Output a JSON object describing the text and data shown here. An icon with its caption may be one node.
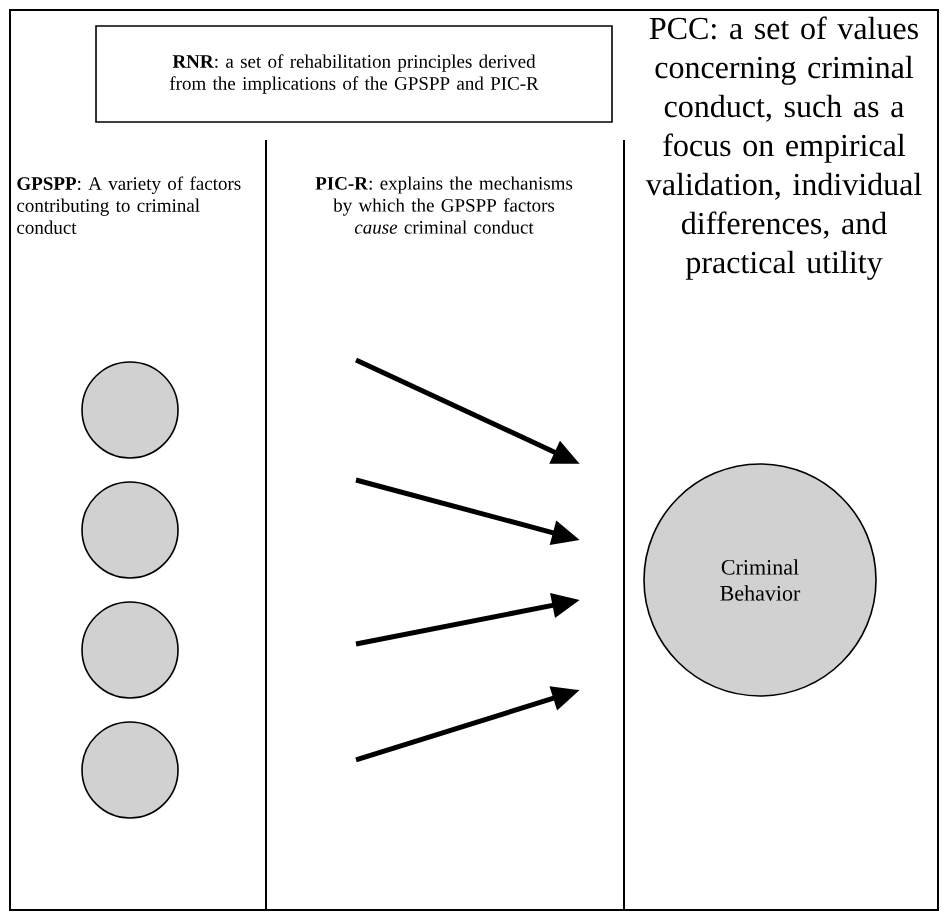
{
  "diagram": {
    "nodes": [
      {
        "text": [
          "**RNR**: a set of rehabilitation principles derived from the implications of the GPSPP and PIC-R"
        ]
      },
      {
        "text": [],
        "shape": "circle"
      },
      {
        "text": [],
        "shape": "circle"
      },
      {
        "text": [],
        "shape": "circle"
      },
      {
        "text": [],
        "shape": "circle"
      },
      {
        "text": [
          "Criminal Behavior"
        ]
      }
    ],
    "labels": [
      "**GPSPP**: A variety of factors contributing to criminal conduct",
      "**PIC-R**: explains the mechanisms by which the GPSPP factors *cause* criminal conduct",
      "PCC: a set of values concerning criminal conduct, such as a focus on empirical validation, individual differences, and practical utility"
    ]
  }
}
